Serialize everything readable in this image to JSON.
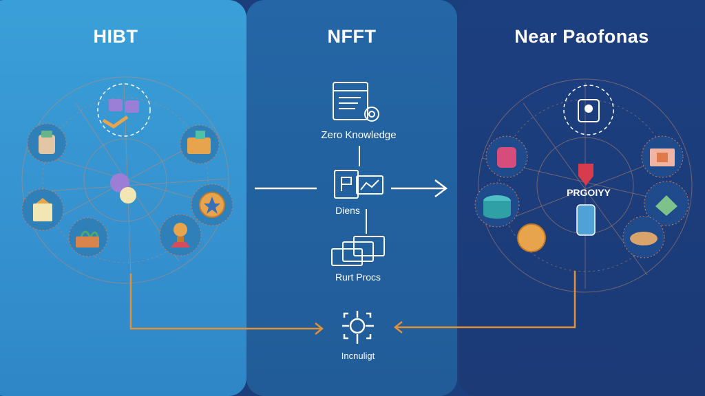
{
  "panels": {
    "left": {
      "title": "HIBT",
      "bg": "#3591cf"
    },
    "middle": {
      "title": "NFFT",
      "bg": "#215c98"
    },
    "right": {
      "title": "Near Paofonas",
      "bg": "#1b3a76"
    }
  },
  "middle_items": [
    {
      "label": "Zero Knowledge",
      "icon": "document-gear-icon"
    },
    {
      "label": "Diens",
      "icon": "window-chart-icon"
    },
    {
      "label": "Rurt Procs",
      "icon": "stacked-windows-icon"
    }
  ],
  "right_center_label": "PRGOIYY",
  "bottom_label": "Incnuligt",
  "left_icons": [
    "text-bubble-icon",
    "robot-icon",
    "game-card-icon",
    "puzzle-icon",
    "coin-icon",
    "lightbulb-icon",
    "plant-box-icon",
    "bag-icon",
    "pen-token-icon",
    "sun-token-icon"
  ],
  "right_icons": [
    "robot-frame-icon",
    "jar-icon",
    "crate-icon",
    "shield-icon",
    "phone-icon",
    "drum-icon",
    "coin-icon",
    "gem-box-icon",
    "cart-icon"
  ],
  "colors": {
    "connector": "#e0923a",
    "arrow": "#ffffff",
    "dots": "#e07a4a"
  }
}
